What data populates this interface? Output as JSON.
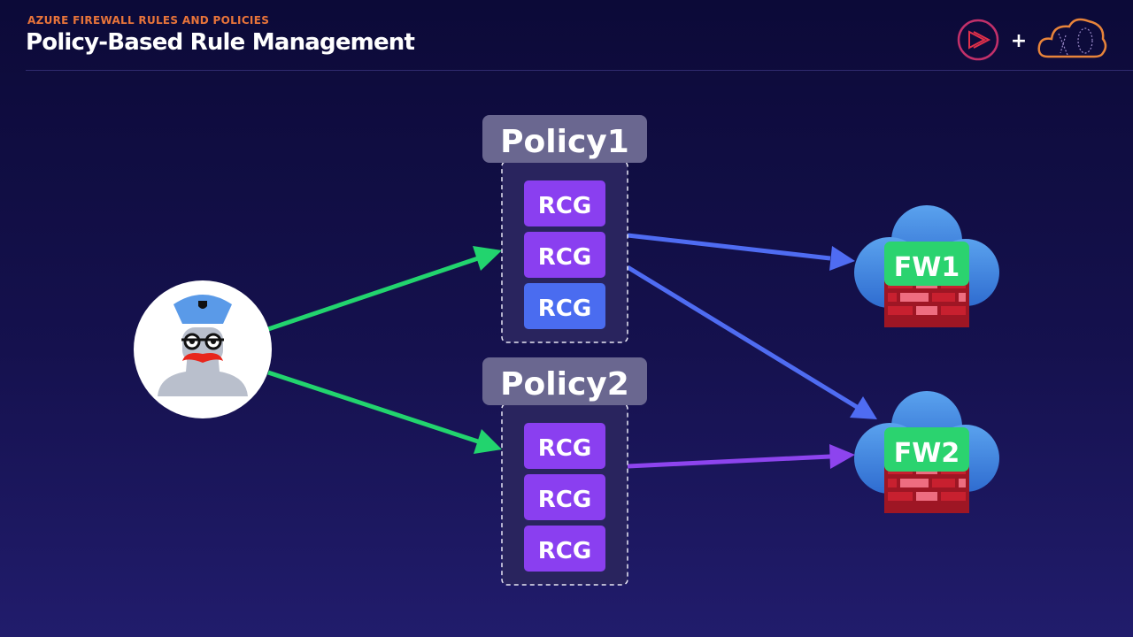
{
  "header": {
    "kicker": "AZURE FIREWALL RULES AND POLICIES",
    "title": "Policy-Based Rule Management",
    "plus": "+"
  },
  "logos": {
    "left": "play-logo-icon",
    "right": "cloud-logo-icon"
  },
  "colors": {
    "green_arrow": "#22d46e",
    "blue_arrow": "#4f6cf2",
    "purple_arrow": "#8d44ee",
    "rcg_purple": "#8a3ff0",
    "rcg_blue": "#4a6cf0",
    "fw_green": "#2bd36f",
    "cloud_blue": "#4a90e2",
    "brick_red": "#c8202f"
  },
  "policies": [
    {
      "name": "Policy1",
      "rcgs": [
        "RCG",
        "RCG",
        "RCG"
      ]
    },
    {
      "name": "Policy2",
      "rcgs": [
        "RCG",
        "RCG",
        "RCG"
      ]
    }
  ],
  "firewalls": [
    {
      "name": "FW1"
    },
    {
      "name": "FW2"
    }
  ],
  "actor": {
    "icon": "police-officer-avatar-icon"
  }
}
